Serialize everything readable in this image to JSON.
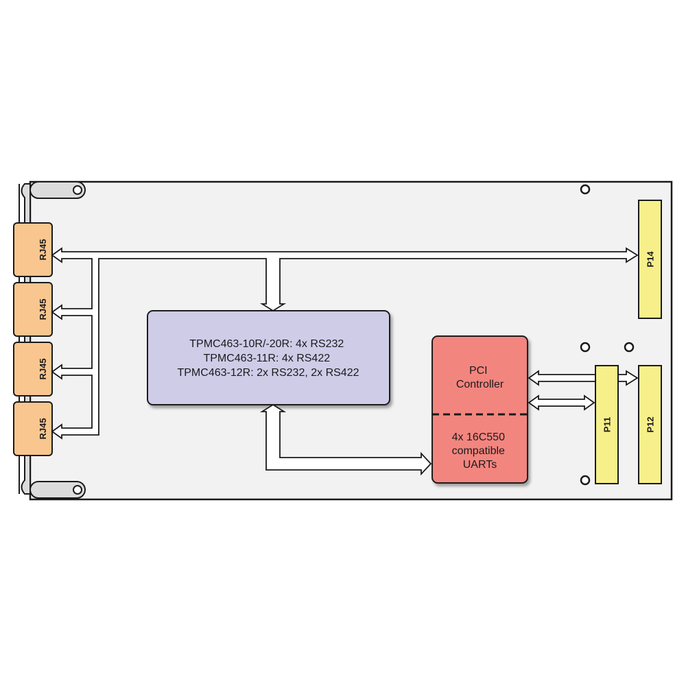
{
  "colors": {
    "board": "#f2f2f2",
    "outline": "#1a1a1a",
    "rj45": "#f9c68f",
    "connector": "#f7f08a",
    "uart_block": "#cfcce8",
    "controller_block": "#f3857f",
    "bracket": "#dcdcdc",
    "arrow_fill": "#ffffff"
  },
  "front_panel": {
    "connectors": [
      {
        "label": "RJ45"
      },
      {
        "label": "RJ45"
      },
      {
        "label": "RJ45"
      },
      {
        "label": "RJ45"
      }
    ]
  },
  "connectors": {
    "p14": "P14",
    "p11": "P11",
    "p12": "P12"
  },
  "blocks": {
    "variants": {
      "lines": [
        "TPMC463-10R/-20R: 4x RS232",
        "TPMC463-11R: 4x RS422",
        "TPMC463-12R: 2x RS232, 2x RS422"
      ]
    },
    "pci_controller": {
      "lines": [
        "PCI",
        "Controller"
      ]
    },
    "uarts": {
      "lines": [
        "4x 16C550",
        "compatible",
        "UARTs"
      ]
    }
  }
}
